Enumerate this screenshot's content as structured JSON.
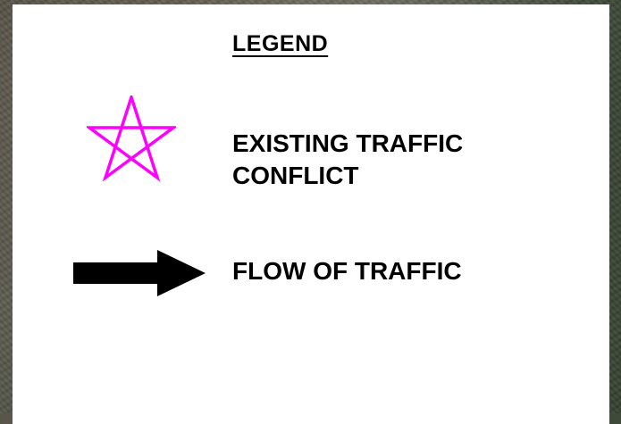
{
  "legend": {
    "title": "LEGEND",
    "items": [
      {
        "icon": "star-icon",
        "color": "#ff00ff",
        "label_line1": "EXISTING TRAFFIC",
        "label_line2": "CONFLICT"
      },
      {
        "icon": "arrow-right-icon",
        "color": "#000000",
        "label": "FLOW OF TRAFFIC"
      }
    ]
  }
}
